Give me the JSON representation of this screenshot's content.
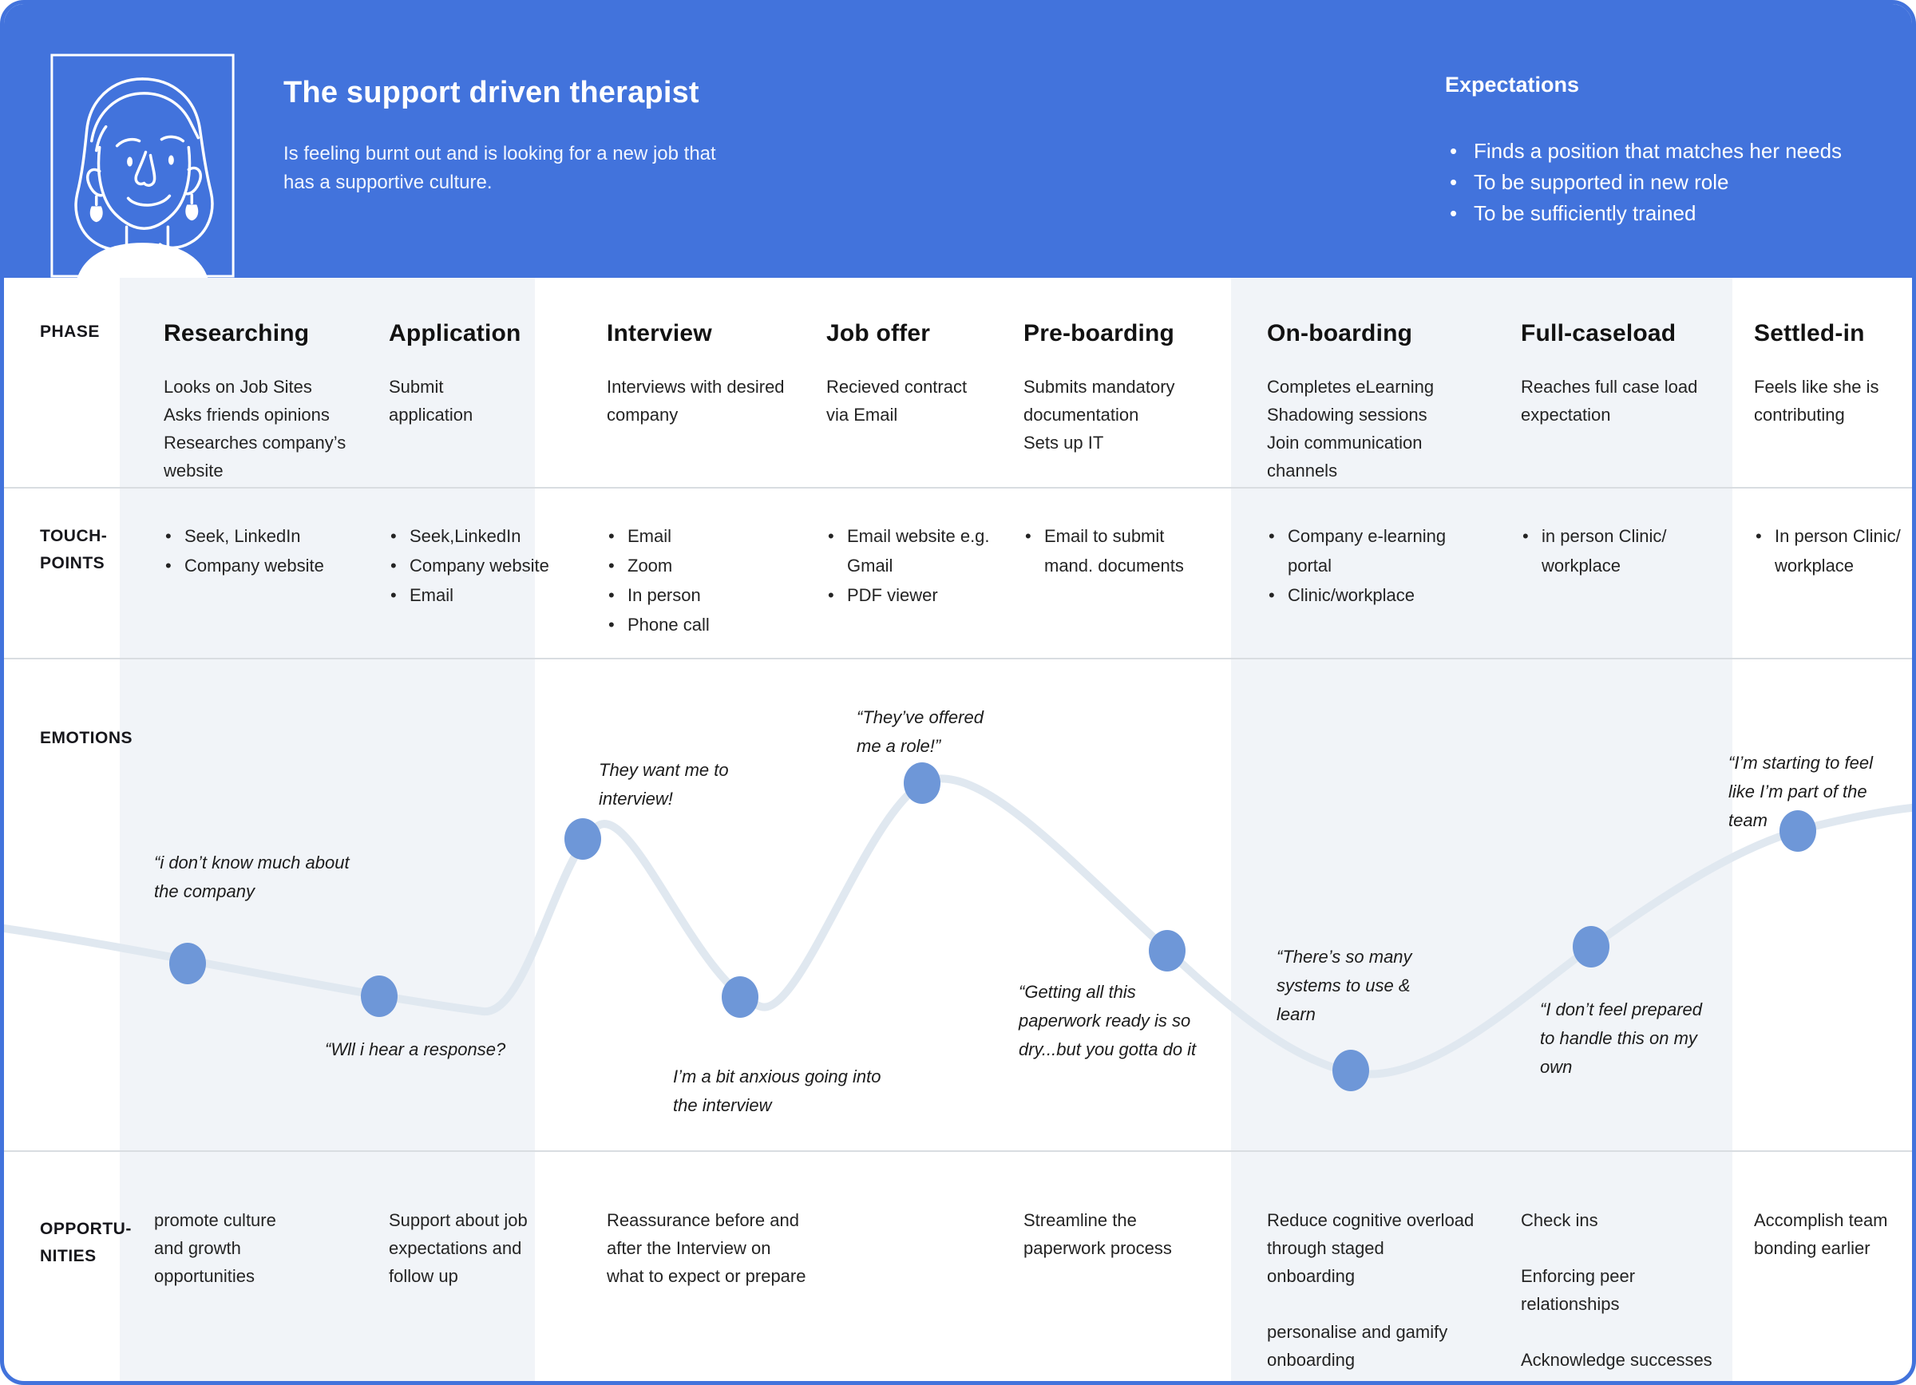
{
  "header": {
    "title": "The support driven therapist",
    "description": "Is feeling burnt out and is looking for a new job that\nhas a supportive culture.",
    "expectations_title": "Expectations",
    "expectations": [
      "Finds a position that matches her needs",
      "To be supported in new role",
      "To be sufficiently trained"
    ]
  },
  "row_labels": {
    "phase": "PHASE",
    "touchpoints": "TOUCH-\nPOINTS",
    "emotions": "EMOTIONS",
    "opportunities": "OPPORTU-\nNITIES"
  },
  "phases": [
    {
      "title": "Researching",
      "desc": "Looks on Job Sites\nAsks friends opinions\nResearches company’s\nwebsite"
    },
    {
      "title": "Application",
      "desc": "Submit\napplication"
    },
    {
      "title": "Interview",
      "desc": "Interviews with desired\ncompany"
    },
    {
      "title": "Job offer",
      "desc": "Recieved contract\nvia Email"
    },
    {
      "title": "Pre-boarding",
      "desc": "Submits mandatory\ndocumentation\nSets up IT"
    },
    {
      "title": "On-boarding",
      "desc": "Completes eLearning\nShadowing sessions\nJoin communication\nchannels"
    },
    {
      "title": "Full-caseload",
      "desc": "Reaches full case load\nexpectation"
    },
    {
      "title": "Settled-in",
      "desc": "Feels like she is\ncontributing"
    }
  ],
  "touchpoints": [
    [
      "Seek, LinkedIn",
      "Company website"
    ],
    [
      "Seek,LinkedIn",
      "Company website",
      "Email"
    ],
    [
      "Email",
      "Zoom",
      "In person",
      "Phone call"
    ],
    [
      "Email website e.g.\nGmail",
      "PDF viewer"
    ],
    [
      "Email to submit\nmand. documents"
    ],
    [
      "Company e-learning\nportal",
      "Clinic/workplace"
    ],
    [
      "in person Clinic/\nworkplace"
    ],
    [
      "In person Clinic/\nworkplace"
    ]
  ],
  "emotions": {
    "quotes": [
      {
        "text": "“i don’t know much about\nthe company"
      },
      {
        "text": "“Wll i hear a response?"
      },
      {
        "text": "They want me to\ninterview!"
      },
      {
        "text": "I’m a bit anxious going into\nthe interview"
      },
      {
        "text": "“They’ve offered\nme a role!”"
      },
      {
        "text": "“Getting all this\npaperwork ready is so\ndry...but you gotta do it"
      },
      {
        "text": "“There’s so many\nsystems to use &\nlearn"
      },
      {
        "text": "“I don’t feel prepared\nto handle this on my\nown"
      },
      {
        "text": "“I’m starting to feel\nlike I’m part of the\nteam"
      }
    ]
  },
  "opportunities": [
    "promote culture\nand growth\nopportunities",
    "Support about job\nexpectations and\nfollow up",
    "Reassurance before and\nafter the Interview on\nwhat to expect or prepare",
    "",
    "Streamline the\npaperwork process",
    "Reduce cognitive overload\nthrough staged\nonboarding\n\npersonalise and gamify\nonboarding",
    "Check ins\n\nEnforcing peer\nrelationships\n\nAcknowledge successes",
    "Accomplish team\nbonding earlier"
  ],
  "colors": {
    "header_blue": "#4273DC",
    "emotion_dot": "#6E97D8",
    "emotion_curve": "#E0E8F0",
    "column_band": "#F1F4F8",
    "divider": "#D9DDE1"
  },
  "icons": {
    "bullet": "•"
  }
}
